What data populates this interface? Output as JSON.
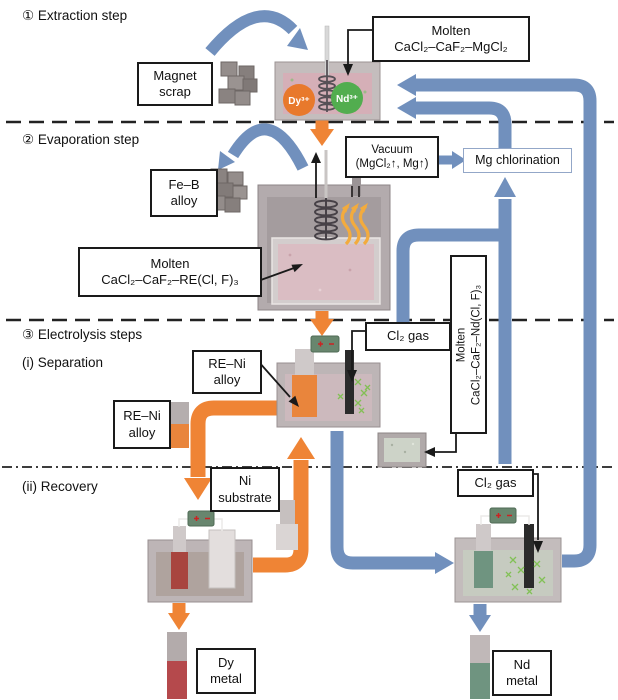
{
  "colors": {
    "pipe_blue": "#7190bd",
    "pipe_orange": "#ef8435",
    "heat_yellow": "#f3ab3d",
    "dy_ion": "#e8792c",
    "nd_ion": "#52ad4f",
    "dy_metal_red": "#b5494c",
    "nd_metal_green": "#6f9480"
  },
  "sections": {
    "extraction_label": "① Extraction step",
    "evaporation_label": "② Evaporation step",
    "electrolysis_label": "③ Electrolysis steps",
    "separation_label": "(i) Separation",
    "recovery_label": "(ii) Recovery"
  },
  "boxes": {
    "magnet_scrap": "Magnet\nscrap",
    "molten_extraction": "Molten\nCaCl₂–CaF₂–MgCl₂",
    "fe_b_alloy": "Fe–B\nalloy",
    "vacuum": "Vacuum\n(MgCl₂↑, Mg↑)",
    "mg_chlorination": "Mg chlorination",
    "molten_evaporation": "Molten\nCaCl₂–CaF₂–RE(Cl, F)₃",
    "re_ni_alloy_cathode": "RE–Ni\nalloy",
    "re_ni_alloy_product": "RE–Ni\nalloy",
    "cl2_gas_separation": "Cl₂ gas",
    "molten_nd": "Molten\nCaCl₂–CaF₂–Nd(Cl, F)₃",
    "ni_substrate": "Ni\nsubstrate",
    "cl2_gas_recovery": "Cl₂ gas",
    "dy_metal": "Dy\nmetal",
    "nd_metal": "Nd\nmetal"
  },
  "ions": {
    "dy": "Dy³⁺",
    "nd": "Nd³⁺"
  }
}
